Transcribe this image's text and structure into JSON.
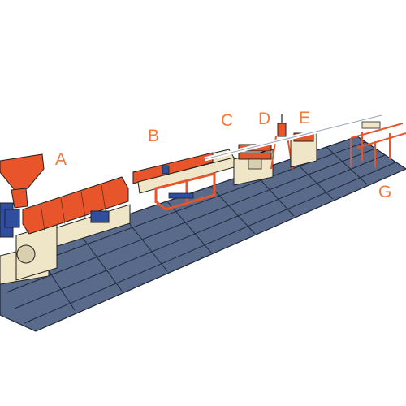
{
  "labels": {
    "a": "A",
    "b": "B",
    "c": "C",
    "d": "D",
    "e": "E",
    "g": "G"
  },
  "colors": {
    "floor": "#596a8a",
    "floor_grid": "#1c2436",
    "machine_orange": "#e8552a",
    "machine_beige": "#efe6c8",
    "motor_blue": "#2f4f9e",
    "label_orange": "#f07a3c",
    "outline": "#222222"
  }
}
